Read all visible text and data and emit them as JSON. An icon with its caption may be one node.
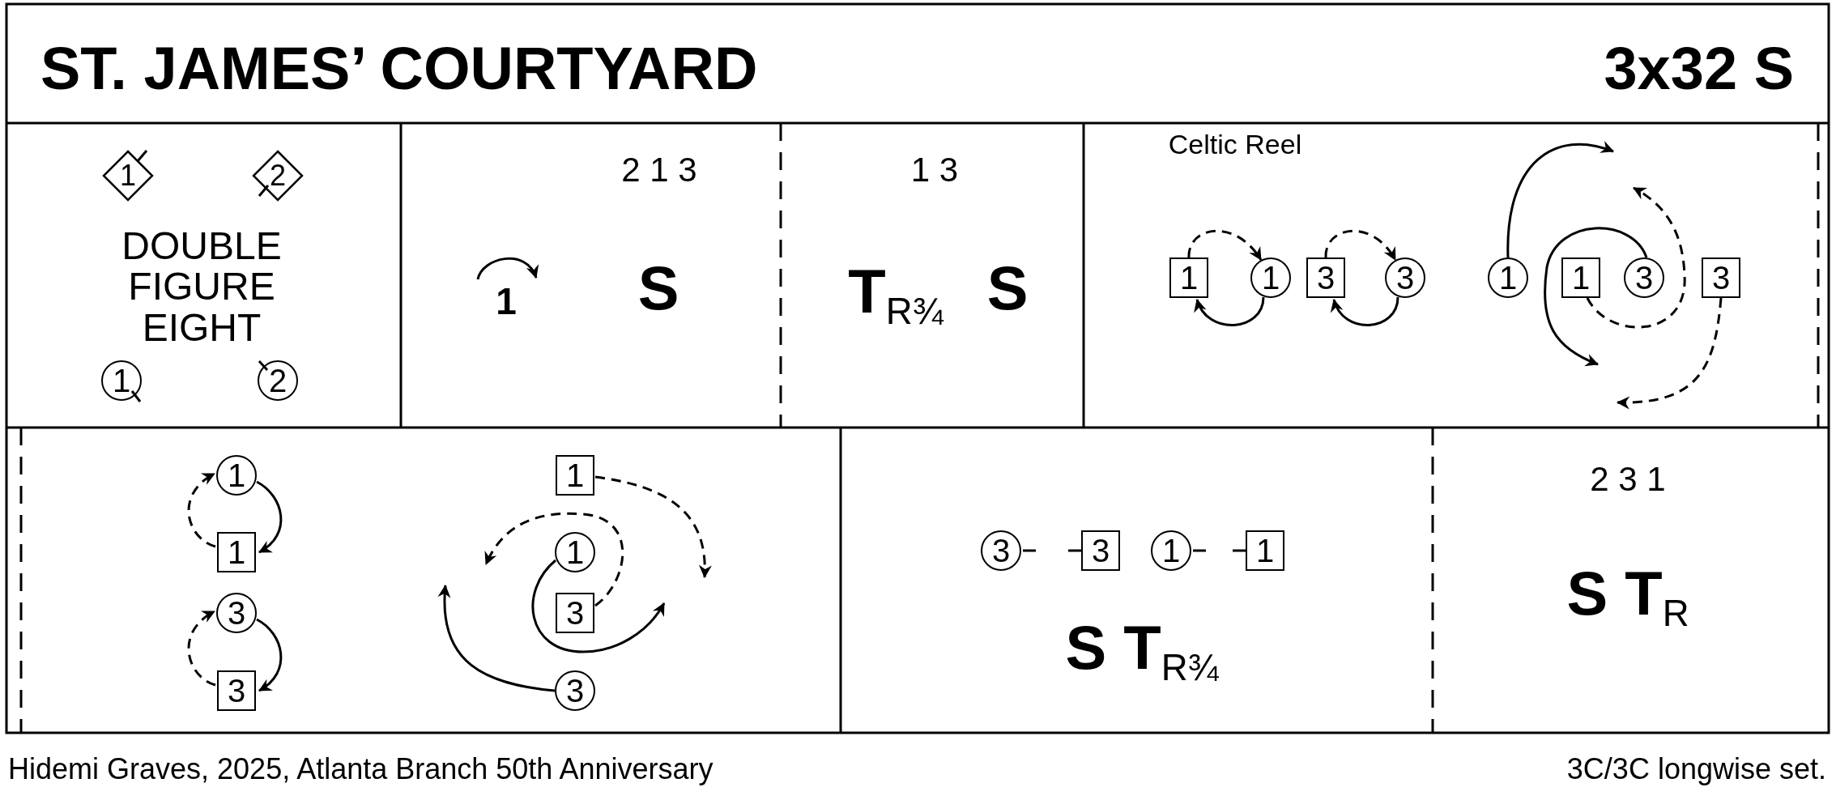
{
  "diagram": {
    "title": "ST. JAMES’ COURTYARD",
    "nodes": [
      {
        "text": [
          "1"
        ]
      },
      {
        "text": [
          "2"
        ]
      },
      {
        "text": [
          "1"
        ]
      },
      {
        "text": [
          "2"
        ]
      },
      {
        "text": [
          "1"
        ]
      },
      {
        "text": [
          "1"
        ]
      },
      {
        "text": [
          "3"
        ]
      },
      {
        "text": [
          "3"
        ]
      },
      {
        "text": [
          "1"
        ]
      },
      {
        "text": [
          "1"
        ]
      },
      {
        "text": [
          "3"
        ]
      },
      {
        "text": [
          "3"
        ]
      },
      {
        "text": [
          "1"
        ]
      },
      {
        "text": [
          "1"
        ]
      },
      {
        "text": [
          "3"
        ]
      },
      {
        "text": [
          "3"
        ]
      },
      {
        "text": [
          "1"
        ]
      },
      {
        "text": [
          "1"
        ]
      },
      {
        "text": [
          "3"
        ]
      },
      {
        "text": [
          "3"
        ]
      },
      {
        "text": [
          "3"
        ]
      },
      {
        "text": [
          "3"
        ]
      },
      {
        "text": [
          "1"
        ]
      },
      {
        "text": [
          "1"
        ]
      }
    ],
    "edges": [
      {
        "from": 4,
        "to": 5,
        "arrow": "to",
        "style": "dashed"
      },
      {
        "from": 5,
        "to": 4,
        "arrow": "to"
      },
      {
        "from": 6,
        "to": 7,
        "arrow": "to",
        "style": "dashed"
      },
      {
        "from": 7,
        "to": 6,
        "arrow": "to"
      },
      {
        "from": 8,
        "to": null,
        "arrow": "to"
      },
      {
        "from": 9,
        "to": null,
        "arrow": "to",
        "style": "dashed"
      },
      {
        "from": 10,
        "to": null,
        "arrow": "to"
      },
      {
        "from": 11,
        "to": null,
        "arrow": "to",
        "style": "dashed"
      },
      {
        "from": 12,
        "to": 13,
        "arrow": "to"
      },
      {
        "from": 13,
        "to": 12,
        "arrow": "to",
        "style": "dashed"
      },
      {
        "from": 14,
        "to": 15,
        "arrow": "to"
      },
      {
        "from": 15,
        "to": 14,
        "arrow": "to",
        "style": "dashed"
      },
      {
        "from": 16,
        "to": null,
        "arrow": "to",
        "style": "dashed"
      },
      {
        "from": 17,
        "to": null,
        "arrow": "to"
      },
      {
        "from": 18,
        "to": null,
        "arrow": "to",
        "style": "dashed"
      },
      {
        "from": 19,
        "to": null,
        "arrow": "to"
      }
    ],
    "labels": [
      "3x32 S",
      "DOUBLE FIGURE EIGHT",
      "2 1 3",
      "1",
      "S",
      "1 3",
      "**T**$_{R¾}$",
      "S",
      "Celtic Reel",
      "**S T**$_{R¾}$",
      "2 3 1",
      "**S T**$_{R}$",
      "Hidemi Graves, 2025, Atlanta Branch 50th Anniversary",
      "3C/3C longwise set."
    ]
  }
}
